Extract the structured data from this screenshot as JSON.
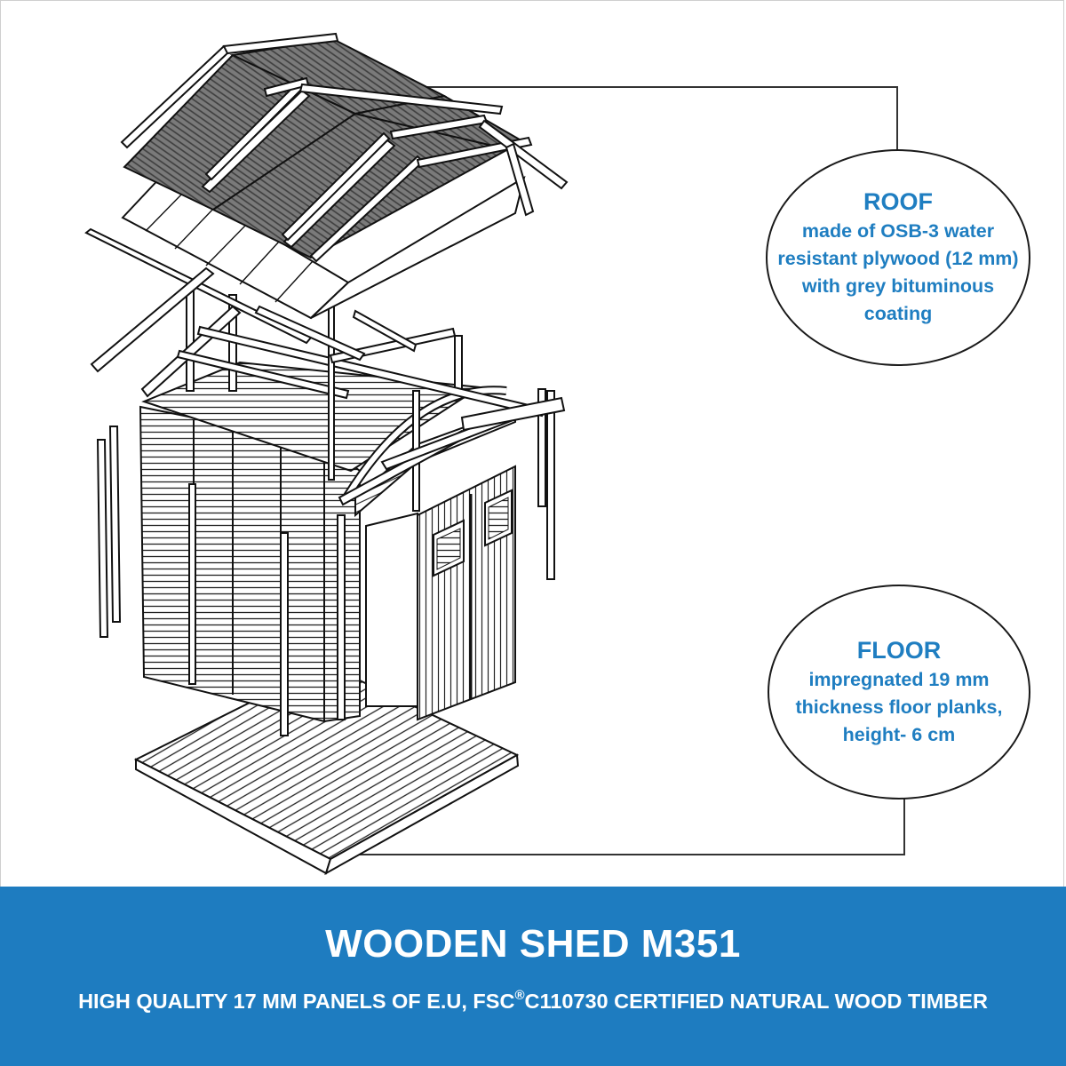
{
  "callouts": {
    "roof": {
      "title": "ROOF",
      "lines": [
        "made of OSB-3 water",
        "resistant plywood (12 mm)",
        "with grey bituminous",
        "coating"
      ]
    },
    "floor": {
      "title": "FLOOR",
      "lines": [
        "impregnated 19 mm",
        "thickness floor planks,",
        "height- 6 cm"
      ]
    }
  },
  "banner": {
    "title": "WOODEN SHED M351",
    "subtitle_part1": "HIGH QUALITY 17 MM PANELS OF E.U, FSC",
    "subtitle_sup": "®",
    "subtitle_part2": "C110730 CERTIFIED NATURAL WOOD TIMBER"
  },
  "colors": {
    "accent": "#1f7ec1",
    "banner_bg": "#1e7cc0",
    "roof_coating": "#6d6d6d"
  }
}
